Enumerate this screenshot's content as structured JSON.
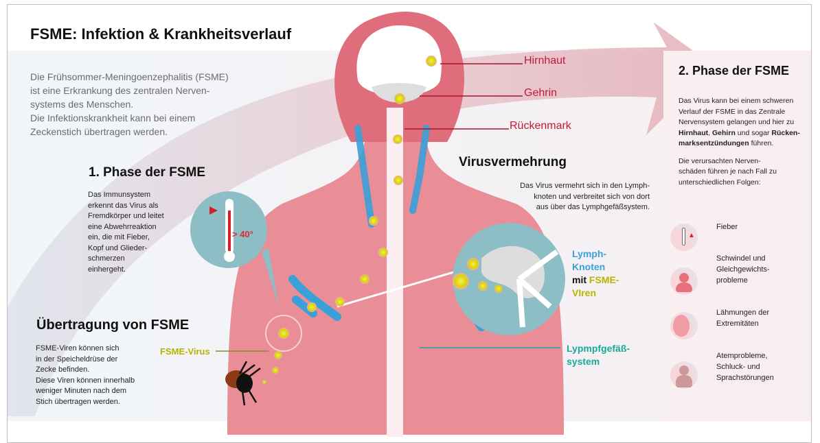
{
  "title": "FSME: Infektion & Krankheitsverlauf",
  "intro": [
    "Die Frühsommer-Meningoenzephalitis (FSME)",
    "ist eine Erkrankung des zentralen Nerven-",
    "systems des Menschen.",
    "Die Infektionskrankheit kann bei einem",
    "Zeckenstich übertragen werden."
  ],
  "head_labels": {
    "hirnhaut": "Hirnhaut",
    "gehirn": "Gehrin",
    "rueckenmark": "Rückenmark"
  },
  "phase1": {
    "title": "1. Phase der FSME",
    "text": [
      "Das Immunsystem",
      "erkennt das Virus als",
      "Fremdkörper und leitet",
      "eine Abwehrreaktion",
      "ein, die mit Fieber,",
      "Kopf und Glieder-",
      "schmerzen",
      "einhergeht."
    ],
    "temp": "> 40°"
  },
  "transmission": {
    "title": "Übertragung von FSME",
    "text": [
      "FSME-Viren können sich",
      "in der Speicheldrüse der",
      "Zecke befinden.",
      "Diese Viren können innerhalb",
      "weniger Minuten nach dem",
      "Stich übertragen werden."
    ],
    "virus_label": "FSME-Virus"
  },
  "virus_multiplication": {
    "title": "Virusvermehrung",
    "text": [
      "Das Virus vermehrt sich in den Lymph-",
      "knoten und verbreitet sich von dort",
      "aus über das Lymphgefäßsystem."
    ]
  },
  "lymph": {
    "line1": "Lymph-",
    "line2": "Knoten",
    "mit": "mit",
    "fsme": "FSME-",
    "viren": "VIren",
    "vessel1": "Lypmpfgefäß-",
    "vessel2": "system"
  },
  "phase2": {
    "title": "2. Phase der FSME",
    "p1_a": "Das Virus kann bei einem schweren Verlauf der FSME in das Zentrale Nervensystem gelangen und hier zu ",
    "p1_b1": "Hirnhaut",
    "p1_c": ", ",
    "p1_b2": "Gehirn",
    "p1_d": " und sogar ",
    "p1_b3": "Rücken-marksentzündungen",
    "p1_e": " führen.",
    "p2": "Die verursachten Nerven-schäden führen je nach Fall zu unterschiedlichen Folgen:",
    "symptoms": [
      {
        "icon": "thermometer-icon",
        "label": "Fieber"
      },
      {
        "icon": "dizziness-icon",
        "label": "Schwindel und Gleichgewichts-probleme"
      },
      {
        "icon": "paralysis-icon",
        "label": "Lähmungen der Extremitäten"
      },
      {
        "icon": "breathing-icon",
        "label": "Atemprobleme, Schluck- und Sprachstörungen"
      }
    ]
  },
  "colors": {
    "red": "#c4173a",
    "skin": "#e98d96",
    "lymph": "#3aa0d8",
    "virus": "#d9d400",
    "teal": "#1aa89a",
    "panel": "#f9eff0"
  }
}
